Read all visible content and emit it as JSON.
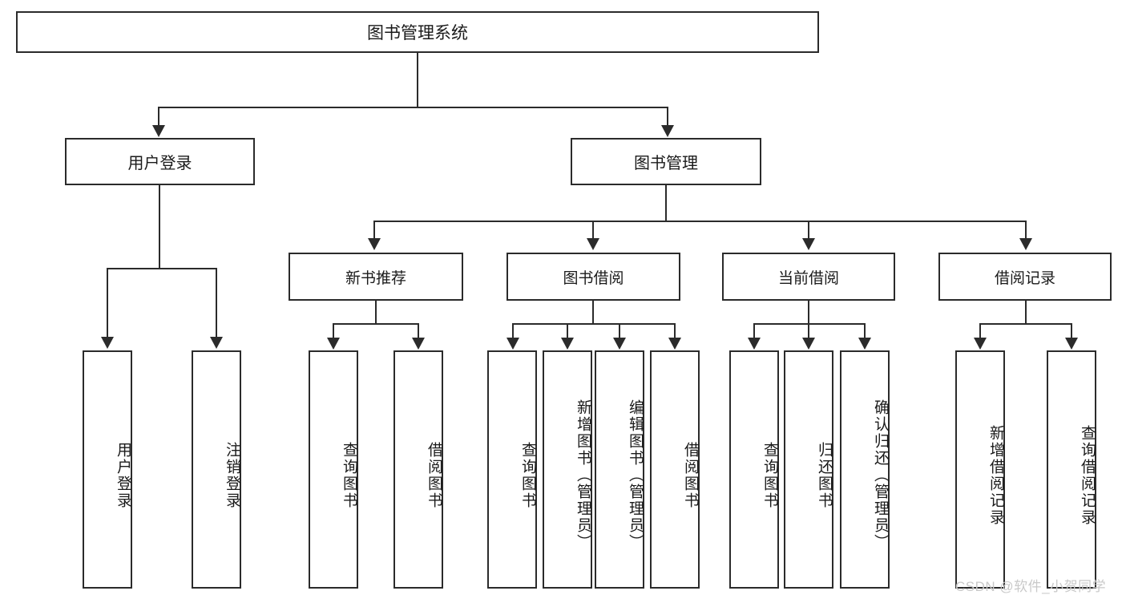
{
  "diagram": {
    "type": "tree-hierarchy",
    "title": "图书管理系统",
    "root": {
      "label": "图书管理系统"
    },
    "level2": [
      {
        "label": "用户登录"
      },
      {
        "label": "图书管理"
      }
    ],
    "level3": [
      {
        "label": "新书推荐"
      },
      {
        "label": "图书借阅"
      },
      {
        "label": "当前借阅"
      },
      {
        "label": "借阅记录"
      }
    ],
    "leaves": {
      "user_login": [
        {
          "label": "用户登录"
        },
        {
          "label": "注销登录"
        }
      ],
      "new_book_recommend": [
        {
          "label": "查询图书"
        },
        {
          "label": "借阅图书"
        }
      ],
      "book_borrow": [
        {
          "label": "查询图书"
        },
        {
          "label": "新增图书（管理员）"
        },
        {
          "label": "编辑图书（管理员）"
        },
        {
          "label": "借阅图书"
        }
      ],
      "current_borrow": [
        {
          "label": "查询图书"
        },
        {
          "label": "归还图书"
        },
        {
          "label": "确认归还（管理员）"
        }
      ],
      "borrow_record": [
        {
          "label": "新增借阅记录"
        },
        {
          "label": "查询借阅记录"
        }
      ]
    },
    "watermark": "CSDN @软件_小贺同学",
    "colors": {
      "border": "#2b2b2b",
      "background": "#ffffff",
      "text": "#1a1a1a",
      "watermark": "#c9c9c9"
    }
  }
}
